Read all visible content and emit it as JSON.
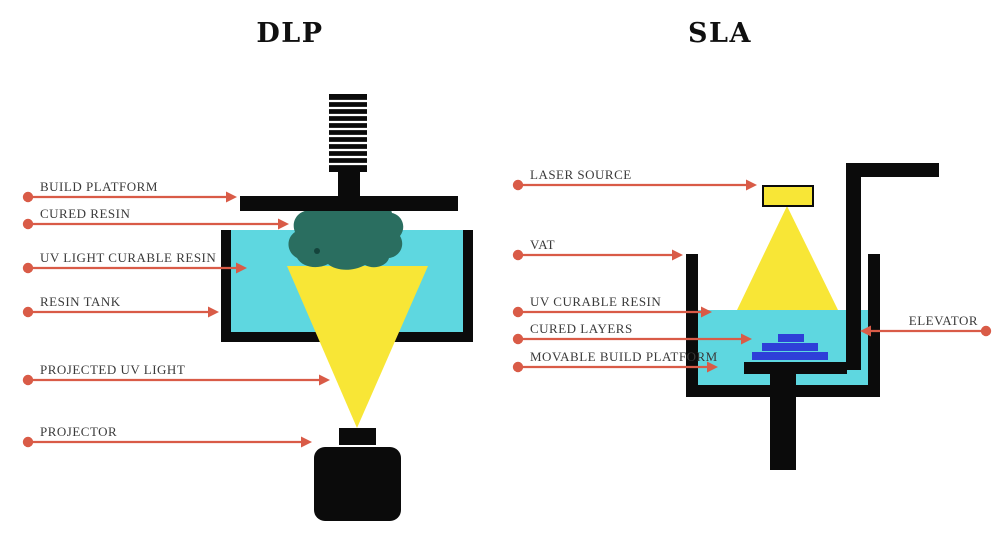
{
  "diagram": {
    "dlp": {
      "title": "DLP",
      "labels": {
        "build_platform": "BUILD PLATFORM",
        "cured_resin": "CURED RESIN",
        "uv_light_curable_resin": "UV LIGHT CURABLE RESIN",
        "resin_tank": "RESIN TANK",
        "projected_uv_light": "PROJECTED UV LIGHT",
        "projector": "PROJECTOR"
      }
    },
    "sla": {
      "title": "SLA",
      "labels": {
        "laser_source": "LASER SOURCE",
        "vat": "VAT",
        "uv_curable_resin": "UV CURABLE RESIN",
        "cured_layers": "CURED LAYERS",
        "movable_build_platform": "MOVABLE BUILD PLATFORM",
        "elevator": "ELEVATOR"
      }
    },
    "colors": {
      "arrow": "#d95b47",
      "cyan": "#5ed7e0",
      "yellow": "#f8e636",
      "teal": "#2a6e60",
      "blue": "#2e3fd8",
      "ink": "#0b0b0b",
      "text": "#3a3a3a"
    }
  }
}
